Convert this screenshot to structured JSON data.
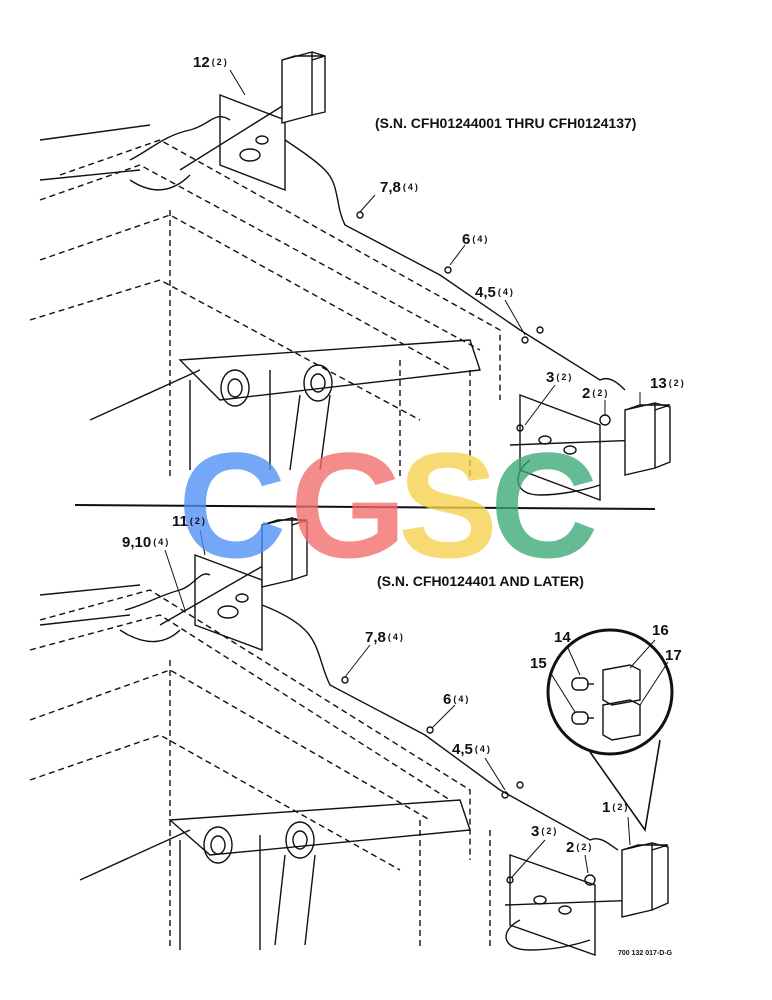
{
  "top_section": {
    "serial_note": "(S.N. CFH01244001 THRU CFH0124137)",
    "callouts": [
      {
        "label": "12",
        "qty": "(2)"
      },
      {
        "label": "7,8",
        "qty": "(4)"
      },
      {
        "label": "6",
        "qty": "(4)"
      },
      {
        "label": "4,5",
        "qty": "(4)"
      },
      {
        "label": "3",
        "qty": "(2)"
      },
      {
        "label": "2",
        "qty": "(2)"
      },
      {
        "label": "13",
        "qty": "(2)"
      }
    ]
  },
  "bottom_section": {
    "serial_note": "(S.N. CFH0124401 AND LATER)",
    "callouts": [
      {
        "label": "11",
        "qty": "(2)"
      },
      {
        "label": "9,10",
        "qty": "(4)"
      },
      {
        "label": "7,8",
        "qty": "(4)"
      },
      {
        "label": "6",
        "qty": "(4)"
      },
      {
        "label": "4,5",
        "qty": "(4)"
      },
      {
        "label": "3",
        "qty": "(2)"
      },
      {
        "label": "2",
        "qty": "(2)"
      },
      {
        "label": "1",
        "qty": "(2)"
      }
    ]
  },
  "detail_inset": {
    "callouts": [
      {
        "label": "14"
      },
      {
        "label": "16"
      },
      {
        "label": "15"
      },
      {
        "label": "17"
      }
    ]
  },
  "watermark": {
    "letters": [
      {
        "char": "C",
        "color": "#4f8ff7"
      },
      {
        "char": "G",
        "color": "#f26d6d"
      },
      {
        "char": "S",
        "color": "#f5d04a"
      },
      {
        "char": "C",
        "color": "#3aa876"
      }
    ]
  },
  "drawing_number": "700 132 017-D-G"
}
